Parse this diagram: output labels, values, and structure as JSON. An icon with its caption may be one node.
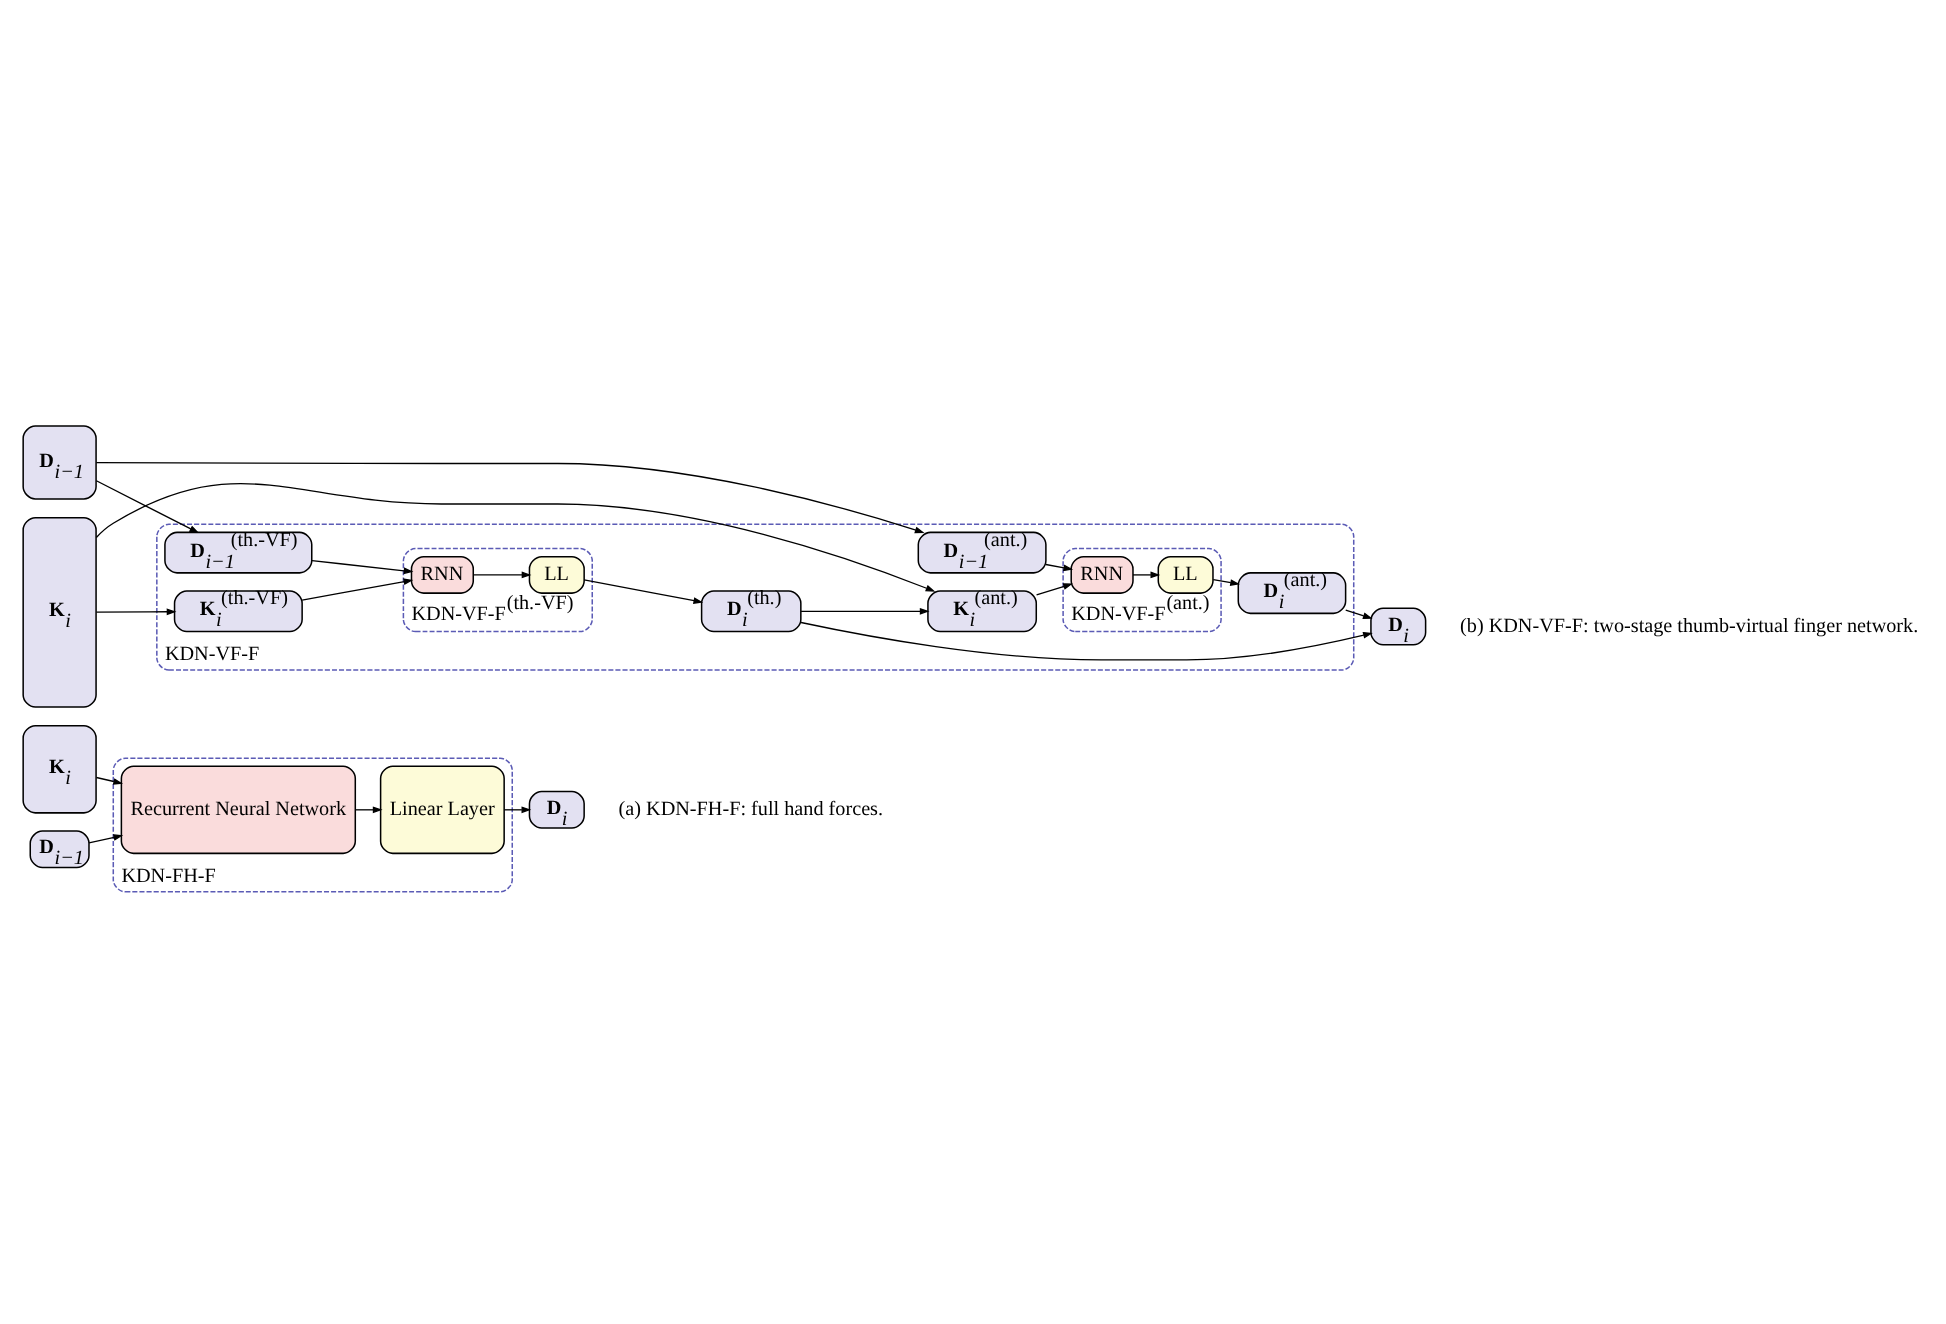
{
  "diagram": {
    "nodes": [
      {
        "text": [
          "**K**$_{i}$"
        ]
      },
      {
        "text": [
          "**D**$_{i−1}$"
        ]
      },
      {
        "text": [
          "KDN-FH-F"
        ]
      },
      {
        "text": [
          "Recurrent Neural Network"
        ],
        "in": 2
      },
      {
        "text": [
          "Linear Layer"
        ],
        "in": 2
      },
      {
        "text": [
          "**D**$_{i}$"
        ]
      },
      {
        "text": [
          "**K**$_{i}$"
        ]
      },
      {
        "text": [
          "**D**$_{i−1}$"
        ]
      },
      {
        "text": [
          "KDN-VF-F"
        ]
      },
      {
        "text": [
          "**K**$_{i}$$^{(th.-VF)}$"
        ],
        "in": 8
      },
      {
        "text": [
          "**D**$_{i−1}$$^{(th.-VF)}$"
        ],
        "in": 8
      },
      {
        "text": [
          "KDN-VF-F$^{(th.-VF)}$"
        ],
        "in": 8
      },
      {
        "text": [
          "RNN"
        ],
        "in": 11
      },
      {
        "text": [
          "LL"
        ],
        "in": 11
      },
      {
        "text": [
          "**D**$_{i}$$^{(th.)}$"
        ],
        "in": 8
      },
      {
        "text": [
          "**K**$_{i}$$^{(ant.)}$"
        ],
        "in": 8
      },
      {
        "text": [
          "**D**$_{i−1}$$^{(ant.)}$"
        ],
        "in": 8
      },
      {
        "text": [
          "KDN-VF-F$^{(ant.)}$"
        ],
        "in": 8
      },
      {
        "text": [
          "RNN"
        ],
        "in": 17
      },
      {
        "text": [
          "LL"
        ],
        "in": 17
      },
      {
        "text": [
          "**D**$_{i}$$^{(ant.)}$"
        ],
        "in": 8
      },
      {
        "text": [
          "**D**$_{i}$"
        ]
      }
    ],
    "edges": [
      {
        "from": 0,
        "to": 3,
        "arrow": "to"
      },
      {
        "from": 1,
        "to": 3,
        "arrow": "to"
      },
      {
        "from": 3,
        "to": 4,
        "arrow": "to"
      },
      {
        "from": 4,
        "to": 5,
        "arrow": "to"
      },
      {
        "from": 6,
        "to": 9,
        "arrow": "to"
      },
      {
        "from": 7,
        "to": 10,
        "arrow": "to"
      },
      {
        "from": 9,
        "to": 12,
        "arrow": "to"
      },
      {
        "from": 10,
        "to": 12,
        "arrow": "to"
      },
      {
        "from": 12,
        "to": 13,
        "arrow": "to"
      },
      {
        "from": 13,
        "to": 14,
        "arrow": "to"
      },
      {
        "from": 14,
        "to": 15,
        "arrow": "to"
      },
      {
        "from": 6,
        "to": 15,
        "arrow": "to"
      },
      {
        "from": 7,
        "to": 16,
        "arrow": "to"
      },
      {
        "from": 15,
        "to": 18,
        "arrow": "to"
      },
      {
        "from": 16,
        "to": 18,
        "arrow": "to"
      },
      {
        "from": 18,
        "to": 19,
        "arrow": "to"
      },
      {
        "from": 19,
        "to": 20,
        "arrow": "to"
      },
      {
        "from": 14,
        "to": 21,
        "arrow": "to"
      },
      {
        "from": 20,
        "to": 21,
        "arrow": "to"
      }
    ],
    "labels": [
      "(a) KDN-FH-F: full hand forces.",
      "(b) KDN-VF-F: two-stage thumb-virtual finger network."
    ]
  }
}
